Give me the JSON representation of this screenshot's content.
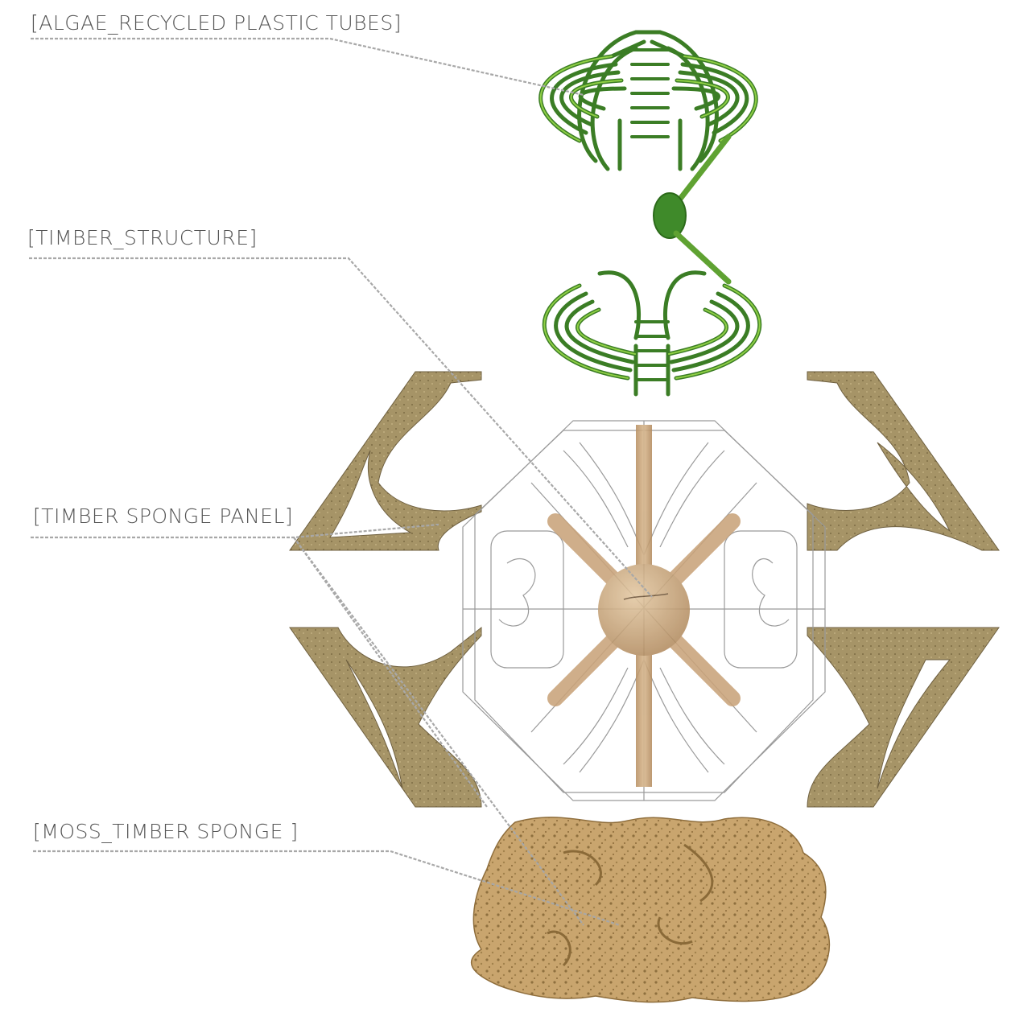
{
  "labels": {
    "algae_tubes": "[ALGAE_RECYCLED PLASTIC TUBES]",
    "timber_structure": "[TIMBER_STRUCTURE]",
    "timber_sponge_panel": "[TIMBER SPONGE PANEL]",
    "moss_timber_sponge": "[MOSS_TIMBER SPONGE ]"
  },
  "colors": {
    "leader": "#a8a8a8",
    "label_text": "#555555",
    "algae_green": "#3f8a2a",
    "algae_light": "#8cc63f",
    "timber": "#c9a37a",
    "panel": "#9c8a5c",
    "sponge": "#c6a56f",
    "wire": "#9a9a9a"
  }
}
